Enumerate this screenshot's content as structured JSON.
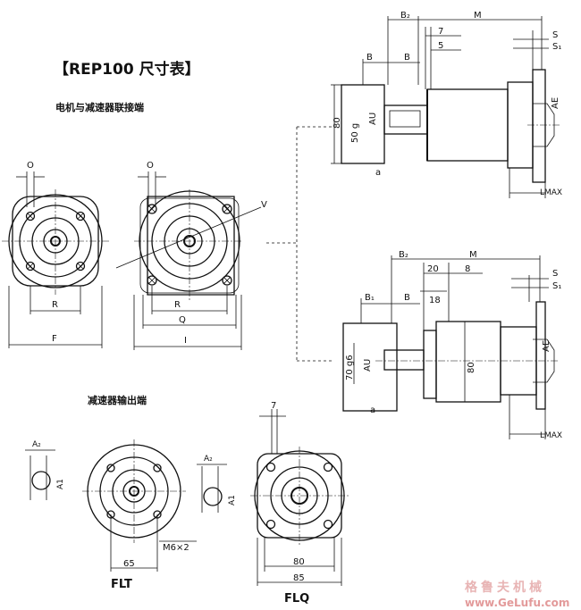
{
  "title": "【REP100 尺寸表】",
  "sections": {
    "motor_side": "电机与减速器联接端",
    "output_side": "减速器输出端"
  },
  "views": {
    "flt": "FLT",
    "flq": "FLQ"
  },
  "watermark": {
    "brand": "格鲁夫机械",
    "url": "www.GeLufu.com"
  },
  "labels": {
    "O": "O",
    "R": "R",
    "F": "F",
    "I": "I",
    "Q": "Q",
    "V": "V",
    "B2": "B₂",
    "B": "B",
    "B1": "B₁",
    "M": "M",
    "S": "S",
    "S1": "S₁",
    "AE": "AE",
    "AU": "AU",
    "a": "a",
    "LMAX": "LMAX",
    "A1": "A1",
    "A2": "A₂",
    "dim7": "7",
    "dim5": "5",
    "dim20": "20",
    "dim8": "8",
    "dim18": "18",
    "dim80": "80",
    "dim50g": "50 g",
    "dim70g6": "70 g6",
    "dim65": "65",
    "dim85": "85",
    "M6x2": "M6×2"
  }
}
